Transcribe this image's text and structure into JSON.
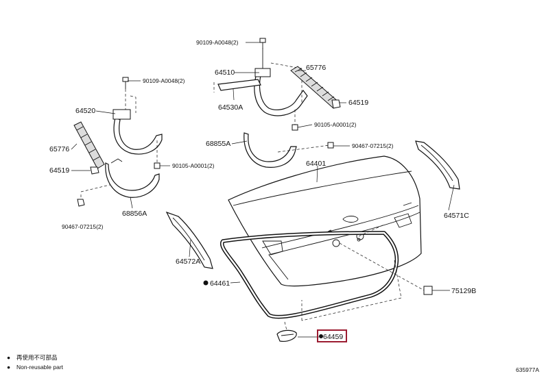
{
  "diagram": {
    "parts": {
      "bolt_upper_center": "90109-A0048(2)",
      "bolt_upper_left": "90109-A0048(2)",
      "hinge_right": "64510",
      "hinge_left": "64520",
      "seal_right": "65776",
      "seal_left": "65776",
      "stopper_right": "64519",
      "stopper_left": "64519",
      "bracket_center": "64530A",
      "bolt_right_hinge": "90105-A0001(2)",
      "bolt_left_hinge": "90105-A0001(2)",
      "cover_upper": "68855A",
      "clip_upper": "90467-07215(2)",
      "clip_lower": "90467-07215(2)",
      "trunk_lid": "64401",
      "cover_left": "68856A",
      "trim_right": "64571C",
      "trim_left": "64572A",
      "weatherstrip": "64461",
      "bumper_pad": "75129B",
      "striker_cover": "64459"
    },
    "highlighted_part": "64459",
    "legend": {
      "symbol": "●",
      "line1": "再使用不可部品",
      "line2": "Non-reusable part"
    },
    "figure_code": "635977A"
  }
}
